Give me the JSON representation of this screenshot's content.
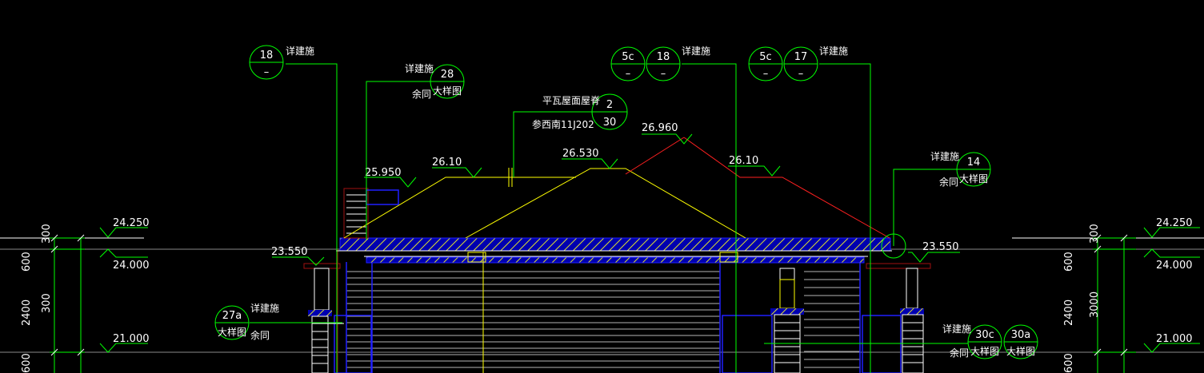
{
  "labels": {
    "elev_24250_left": "24.250",
    "elev_24000_left": "24.000",
    "elev_21000_left": "21.000",
    "elev_24250_right": "24.250",
    "elev_24000_right": "24.000",
    "elev_21000_right": "21.000",
    "elev_23550_left": "23.550",
    "elev_23550_right": "23.550",
    "elev_25950": "25.950",
    "elev_2610_left": "26.10",
    "elev_26530": "26.530",
    "elev_26960": "26.960",
    "elev_2610_right": "26.10",
    "dim_300_l": "300",
    "dim_600_l": "600",
    "dim_2400_l": "2400",
    "dim_3000_l": "300",
    "dim_600b_l": "600",
    "dim_300_r": "300",
    "dim_600_r": "600",
    "dim_2400_r": "2400",
    "dim_3000_r": "3000",
    "dim_600b_r": "600",
    "note_see_arch": "详建施",
    "note_same": "余同",
    "note_detail": "大样图",
    "note_tile_ridge": "平瓦屋面屋脊",
    "note_ref_std": "参西南11J202"
  },
  "bubbles": {
    "b18_top": "18",
    "b18_bot": "–",
    "b28_top": "28",
    "b28_bot": "大样图",
    "b2_top": "2",
    "b2_bot": "30",
    "b5c1_top": "5c",
    "b5c1_bot": "–",
    "b18b_top": "18",
    "b18b_bot": "–",
    "b5c2_top": "5c",
    "b5c2_bot": "–",
    "b17_top": "17",
    "b17_bot": "–",
    "b14_top": "14",
    "b14_bot": "大样图",
    "b27a_top": "27a",
    "b27a_bot": "大样图",
    "b30c_top": "30c",
    "b30c_bot": "大样图",
    "b30a_top": "30a",
    "b30a_bot": "大样图"
  },
  "colors": {
    "background": "#000000",
    "leader": "#00ff00",
    "roof_left": "#ffff00",
    "roof_right": "#ff2020",
    "hatch": "#2020ff",
    "text": "#ffffff"
  }
}
